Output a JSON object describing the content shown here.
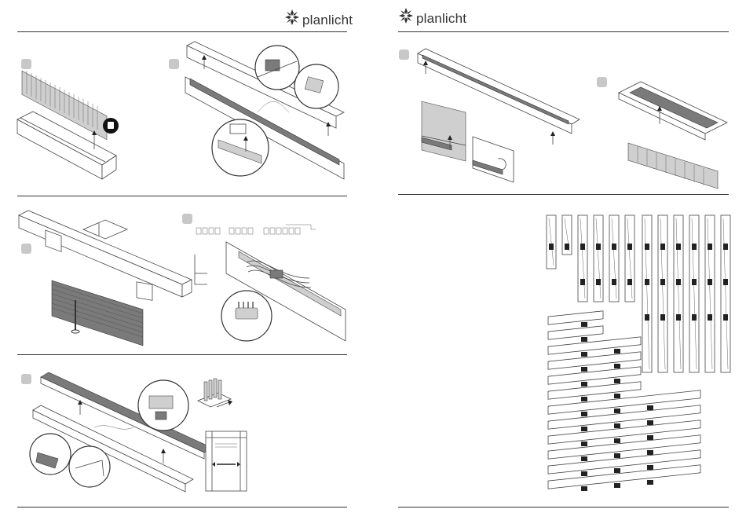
{
  "brand": {
    "name": "planlicht",
    "logo_icon": "flower-star-icon"
  },
  "colors": {
    "text": "#333333",
    "rule": "#333333",
    "badge": "#c8c8c8",
    "line_art": "#444444"
  },
  "pages": [
    {
      "id": "left"
    },
    {
      "id": "right"
    }
  ]
}
